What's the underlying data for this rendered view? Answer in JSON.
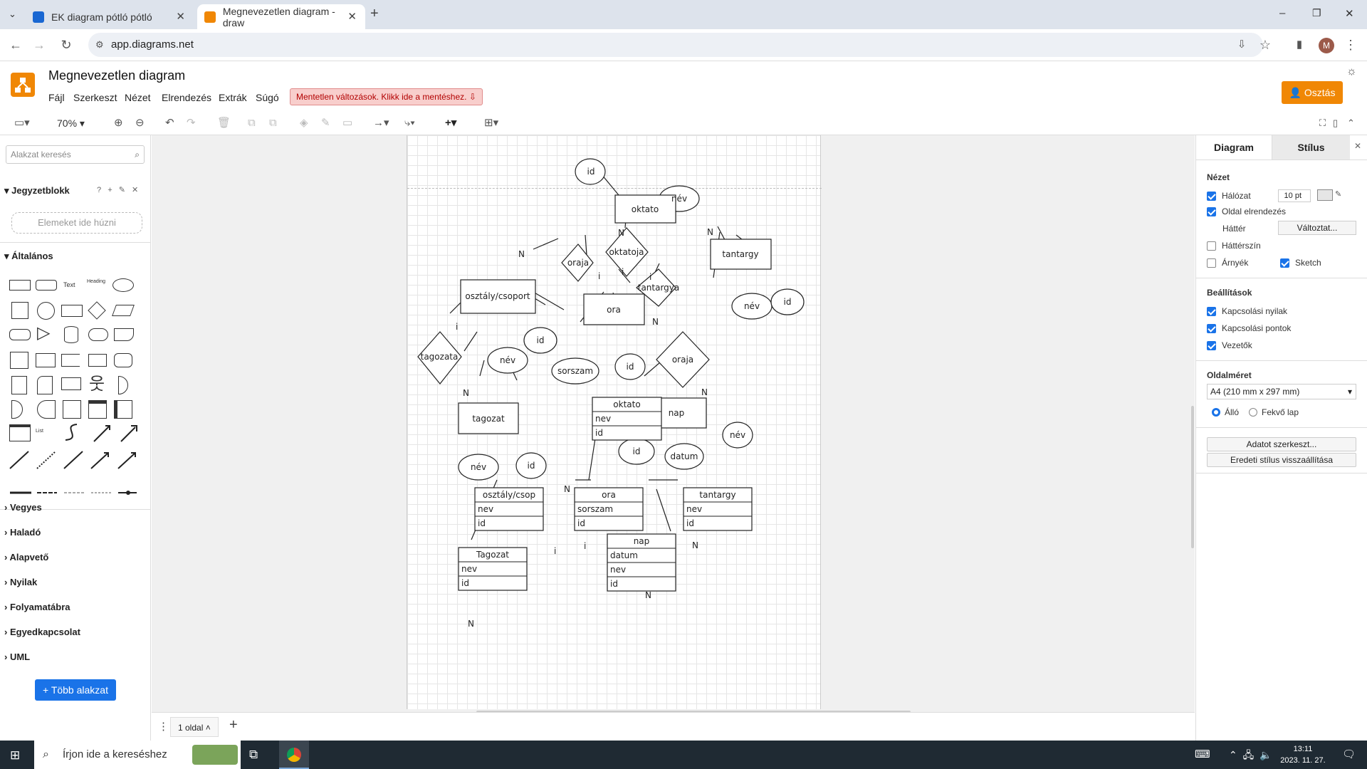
{
  "browser": {
    "tabs": [
      {
        "label": "EK diagram pótló pótló",
        "close": "✕"
      },
      {
        "label": "Megnevezetlen diagram - draw",
        "close": "✕"
      }
    ],
    "new_tab": "+",
    "url": "app.diagrams.net",
    "profile_initial": "M",
    "win_controls": [
      "–",
      "❐",
      "✕"
    ]
  },
  "app": {
    "title": "Megnevezetlen diagram",
    "menus": [
      "Fájl",
      "Szerkeszt",
      "Nézet",
      "Elrendezés",
      "Extrák",
      "Súgó"
    ],
    "unsaved_notice": "Mentetlen változások. Klikk ide a mentéshez.",
    "share_label": "Osztás",
    "zoom": "70%"
  },
  "left_panel": {
    "search_placeholder": "Alakzat keresés",
    "scratchpad_title": "Jegyzetblokk",
    "scratchpad_icons": [
      "?",
      "+",
      "✎",
      "✕"
    ],
    "dropzone": "Elemeket ide húzni",
    "general_title": "Általános",
    "shape_labels": {
      "text": "Text",
      "heading": "Heading",
      "list": "List"
    },
    "sections": [
      "Vegyes",
      "Haladó",
      "Alapvető",
      "Nyilak",
      "Folyamatábra",
      "Egyedkapcsolat",
      "UML"
    ],
    "more_shapes": "+ Több alakzat"
  },
  "diagram": {
    "entities": [
      "oktato",
      "tantargy",
      "osztály/csoport",
      "ora",
      "tagozat",
      "nap"
    ],
    "relations": [
      "oraja",
      "oktatoja",
      "tantargya",
      "tagozata",
      "oraja"
    ],
    "attributes": [
      "id",
      "név",
      "név",
      "id",
      "név",
      "id",
      "sorszam",
      "id",
      "név",
      "id",
      "datum",
      "név",
      "id"
    ],
    "cardinalities": [
      "N",
      "N",
      "N",
      "N",
      "N",
      "N",
      "N",
      "N",
      "N",
      "N",
      "i",
      "i",
      "i",
      "i",
      "i",
      "i",
      "i",
      "i"
    ],
    "tables": [
      {
        "title": "oktato",
        "rows": [
          "nev",
          "id"
        ]
      },
      {
        "title": "osztály/csop",
        "rows": [
          "nev",
          "id"
        ]
      },
      {
        "title": "ora",
        "rows": [
          "sorszam",
          "id"
        ]
      },
      {
        "title": "tantargy",
        "rows": [
          "nev",
          "id"
        ]
      },
      {
        "title": "Tagozat",
        "rows": [
          "nev",
          "id"
        ]
      },
      {
        "title": "nap",
        "rows": [
          "datum",
          "nev",
          "id"
        ]
      }
    ]
  },
  "page_bar": {
    "menu": "⋮",
    "page_label": "1 oldal",
    "add": "+"
  },
  "right_panel": {
    "tabs": [
      "Diagram",
      "Stílus"
    ],
    "close": "✕",
    "view_title": "Nézet",
    "grid": {
      "label": "Hálózat",
      "checked": true,
      "size": "10 pt"
    },
    "page_view": {
      "label": "Oldal elrendezés",
      "checked": true
    },
    "background_label": "Háttér",
    "change_button": "Változtat...",
    "bg_color": {
      "label": "Háttérszín",
      "checked": false
    },
    "shadow": {
      "label": "Árnyék",
      "checked": false
    },
    "sketch": {
      "label": "Sketch",
      "checked": true
    },
    "options_title": "Beállítások",
    "options": [
      {
        "label": "Kapcsolási nyilak",
        "checked": true
      },
      {
        "label": "Kapcsolási pontok",
        "checked": true
      },
      {
        "label": "Vezetők",
        "checked": true
      }
    ],
    "paper_title": "Oldalméret",
    "paper_size": "A4 (210 mm x 297 mm)",
    "orientation": {
      "portrait": "Álló",
      "landscape": "Fekvő lap",
      "selected": "portrait"
    },
    "edit_data": "Adatot szerkeszt...",
    "reset_style": "Eredeti stílus visszaállítása"
  },
  "taskbar": {
    "search_placeholder": "Írjon ide a kereséshez",
    "time": "13:11",
    "date": "2023. 11. 27."
  },
  "colors": {
    "accent": "#f08705",
    "unsaved_bg": "#f8cecc",
    "link_blue": "#1a73e8",
    "taskbar": "#1f2a33"
  }
}
